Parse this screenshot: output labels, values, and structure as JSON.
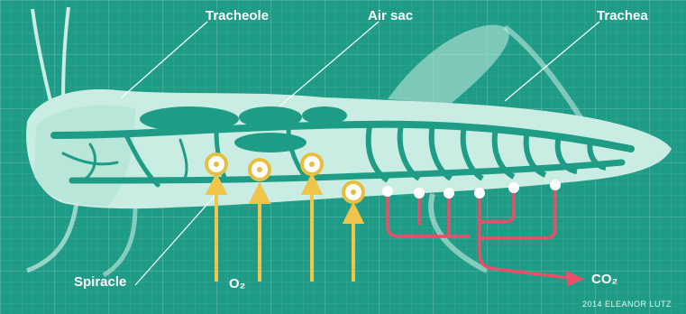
{
  "labels": {
    "tracheole": "Tracheole",
    "air_sac": "Air sac",
    "trachea": "Trachea",
    "spiracle": "Spiracle",
    "o2": "O₂",
    "co2": "CO₂"
  },
  "credit": "2014 ELEANOR LUTZ",
  "colors": {
    "background": "#1f9c86",
    "body_fill": "#c9ede3",
    "trachea": "#1f9c86",
    "o2_arrow": "#f0c54a",
    "co2_arrow": "#e8506a",
    "spiracle_ring": "#e6bf3e",
    "label_text": "#ffffff"
  }
}
